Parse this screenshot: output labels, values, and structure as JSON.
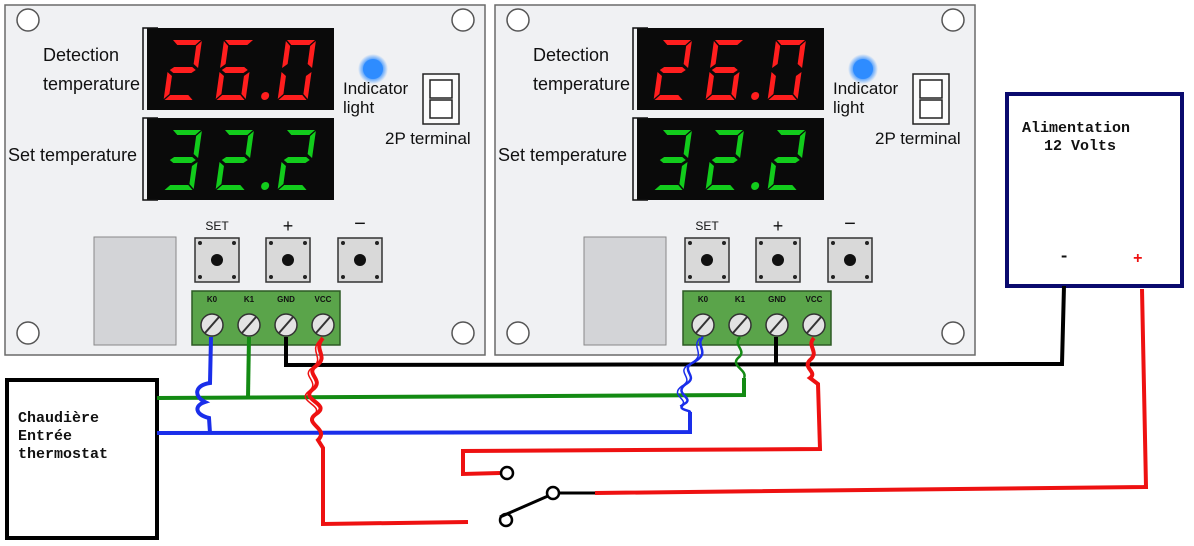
{
  "modules": [
    {
      "detection_label_1": "Detection",
      "detection_label_2": "temperature",
      "set_label": "Set temperature",
      "detection_display": "26.0",
      "set_display": "32.2",
      "indicator_label_1": "Indicator",
      "indicator_label_2": "light",
      "terminal_label": "2P terminal",
      "buttons": [
        "SET",
        "+",
        "−"
      ],
      "pins": [
        "K0",
        "K1",
        "GND",
        "VCC"
      ]
    },
    {
      "detection_label_1": "Detection",
      "detection_label_2": "temperature",
      "set_label": "Set temperature",
      "detection_display": "26.0",
      "set_display": "32.2",
      "indicator_label_1": "Indicator",
      "indicator_label_2": "light",
      "terminal_label": "2P terminal",
      "buttons": [
        "SET",
        "+",
        "−"
      ],
      "pins": [
        "K0",
        "K1",
        "GND",
        "VCC"
      ]
    }
  ],
  "power_supply": {
    "title_1": "Alimentation",
    "title_2": "12 Volts",
    "minus": "-",
    "plus": "+"
  },
  "boiler": {
    "line_1": "Chaudière",
    "line_2": "Entrée",
    "line_3": "thermostat"
  },
  "colors": {
    "board": "#f0f1f3",
    "display_bg": "#0a0a0a",
    "red_digit": "#ff1e1e",
    "green_digit": "#12cc1c",
    "indicator": "#2e8cff",
    "terminal_block": "#5aa44a",
    "wire_black": "#000000",
    "wire_green": "#138a13",
    "wire_blue": "#1a2eea",
    "wire_red": "#ee1111",
    "psu_border": "#0a0a6e"
  }
}
